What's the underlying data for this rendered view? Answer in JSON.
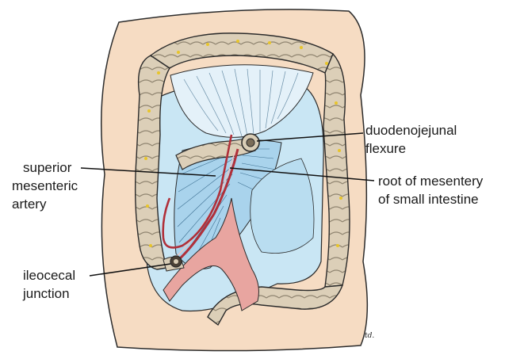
{
  "labels": {
    "duodenojejunal_line1": "duodenojejunal",
    "duodenojejunal_line2": "flexure",
    "root_line1": "root of mesentery",
    "root_line2": "of small intestine",
    "superior_line1": "superior",
    "superior_line2": "mesenteric",
    "superior_line3": "artery",
    "ileocecal_line1": "ileocecal",
    "ileocecal_line2": "junction"
  },
  "artist_initials": "td.",
  "colors": {
    "skin": "#f6dcc3",
    "colon": "#d9cdb6",
    "peritoneum_blue": "#c9e6f4",
    "mesentery_blue": "#a9d3ec",
    "vessel_red": "#e8a5a0",
    "artery_dark_red": "#b0303a",
    "outline": "#2b2b2b"
  }
}
